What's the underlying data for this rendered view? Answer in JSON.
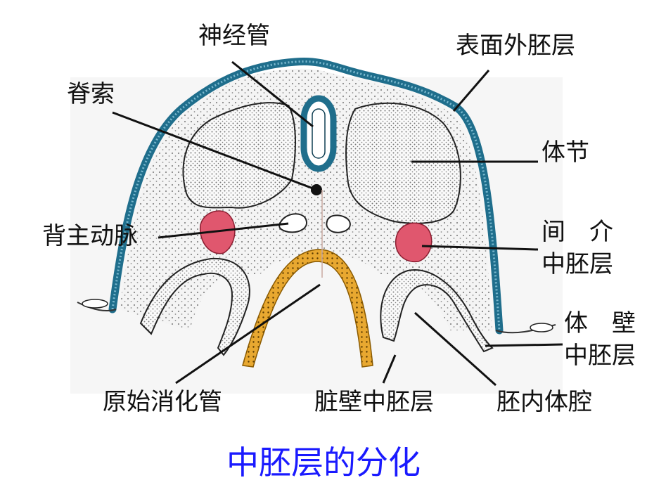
{
  "title": "中胚层的分化",
  "labels": {
    "neural_tube": "神经管",
    "surface_ectoderm": "表面外胚层",
    "notochord": "脊索",
    "somite": "体节",
    "dorsal_aorta": "背主动脉",
    "intermediate_mesoderm_line1": "间　介",
    "intermediate_mesoderm_line2": "中胚层",
    "somatic_mesoderm_line1": "体　壁",
    "somatic_mesoderm_line2": "中胚层",
    "primitive_gut": "原始消化管",
    "splanchnic_mesoderm": "脏壁中胚层",
    "intraembryonic_coelom": "胚内体腔"
  },
  "colors": {
    "ectoderm": "#1f6e8c",
    "intermediate_mesoderm": "#e0576e",
    "endoderm": "#e8a830",
    "title": "#1a1aff"
  }
}
